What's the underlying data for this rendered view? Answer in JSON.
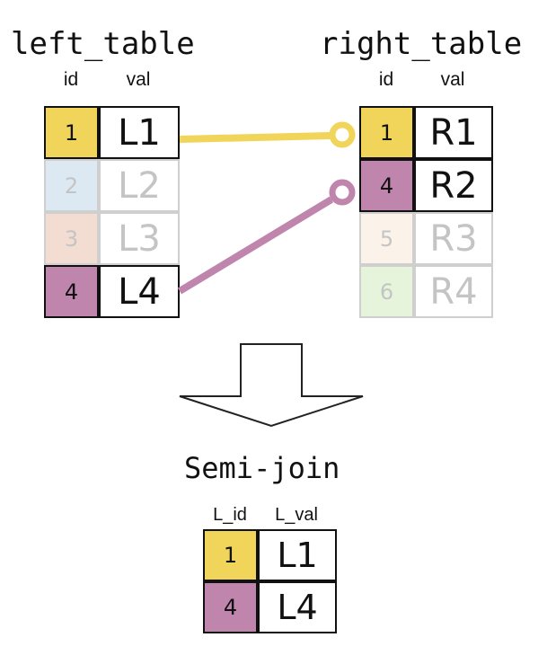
{
  "left_table": {
    "title": "left_table",
    "headers": [
      "id",
      "val"
    ],
    "rows": [
      {
        "id": "1",
        "val": "L1",
        "color": "#f0d55a",
        "matched": true
      },
      {
        "id": "2",
        "val": "L2",
        "color": "#dce9f3",
        "matched": false
      },
      {
        "id": "3",
        "val": "L3",
        "color": "#f3ddd2",
        "matched": false
      },
      {
        "id": "4",
        "val": "L4",
        "color": "#bf85ad",
        "matched": true
      }
    ]
  },
  "right_table": {
    "title": "right_table",
    "headers": [
      "id",
      "val"
    ],
    "rows": [
      {
        "id": "1",
        "val": "R1",
        "color": "#f0d55a",
        "matched": true
      },
      {
        "id": "4",
        "val": "R2",
        "color": "#bf85ad",
        "matched": true
      },
      {
        "id": "5",
        "val": "R3",
        "color": "#fbf3ea",
        "matched": false
      },
      {
        "id": "6",
        "val": "R4",
        "color": "#e6f4dc",
        "matched": false
      }
    ]
  },
  "result": {
    "title": "Semi-join",
    "headers": [
      "L_id",
      "L_val"
    ],
    "rows": [
      {
        "id": "1",
        "val": "L1",
        "color": "#f0d55a"
      },
      {
        "id": "4",
        "val": "L4",
        "color": "#bf85ad"
      }
    ]
  },
  "colors": {
    "match_yellow": "#f0d55a",
    "match_purple": "#bf85ad",
    "faded_text": "#c4c4c4",
    "strong_text": "#111111"
  }
}
